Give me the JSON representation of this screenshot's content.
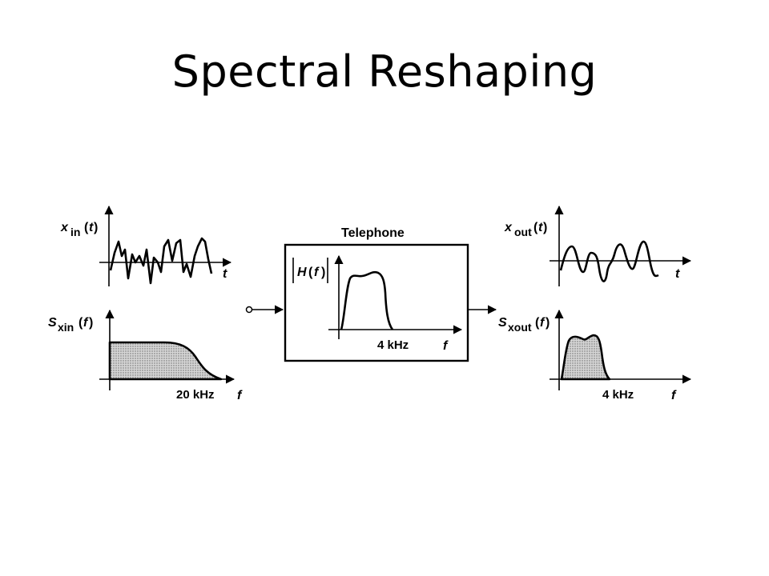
{
  "slide": {
    "title": "Spectral Reshaping"
  },
  "colors": {
    "ink": "#000000",
    "fill": "#bdbdbd",
    "background": "#ffffff"
  },
  "diagram": {
    "input": {
      "time_label": {
        "var": "x",
        "sub": "in",
        "arg": "t"
      },
      "time_axis": "t",
      "spectrum_label": {
        "var": "S",
        "sub": "xin",
        "arg": "f"
      },
      "freq_axis": "f",
      "cutoff": "20 kHz"
    },
    "system": {
      "title": "Telephone",
      "transfer_label": {
        "var": "H",
        "arg": "f"
      },
      "freq_axis": "f",
      "cutoff": "4 kHz"
    },
    "output": {
      "time_label": {
        "var": "x",
        "sub": "out",
        "arg": "t"
      },
      "time_axis": "t",
      "spectrum_label": {
        "var": "S",
        "sub": "xout",
        "arg": "f"
      },
      "freq_axis": "f",
      "cutoff": "4 kHz"
    }
  }
}
